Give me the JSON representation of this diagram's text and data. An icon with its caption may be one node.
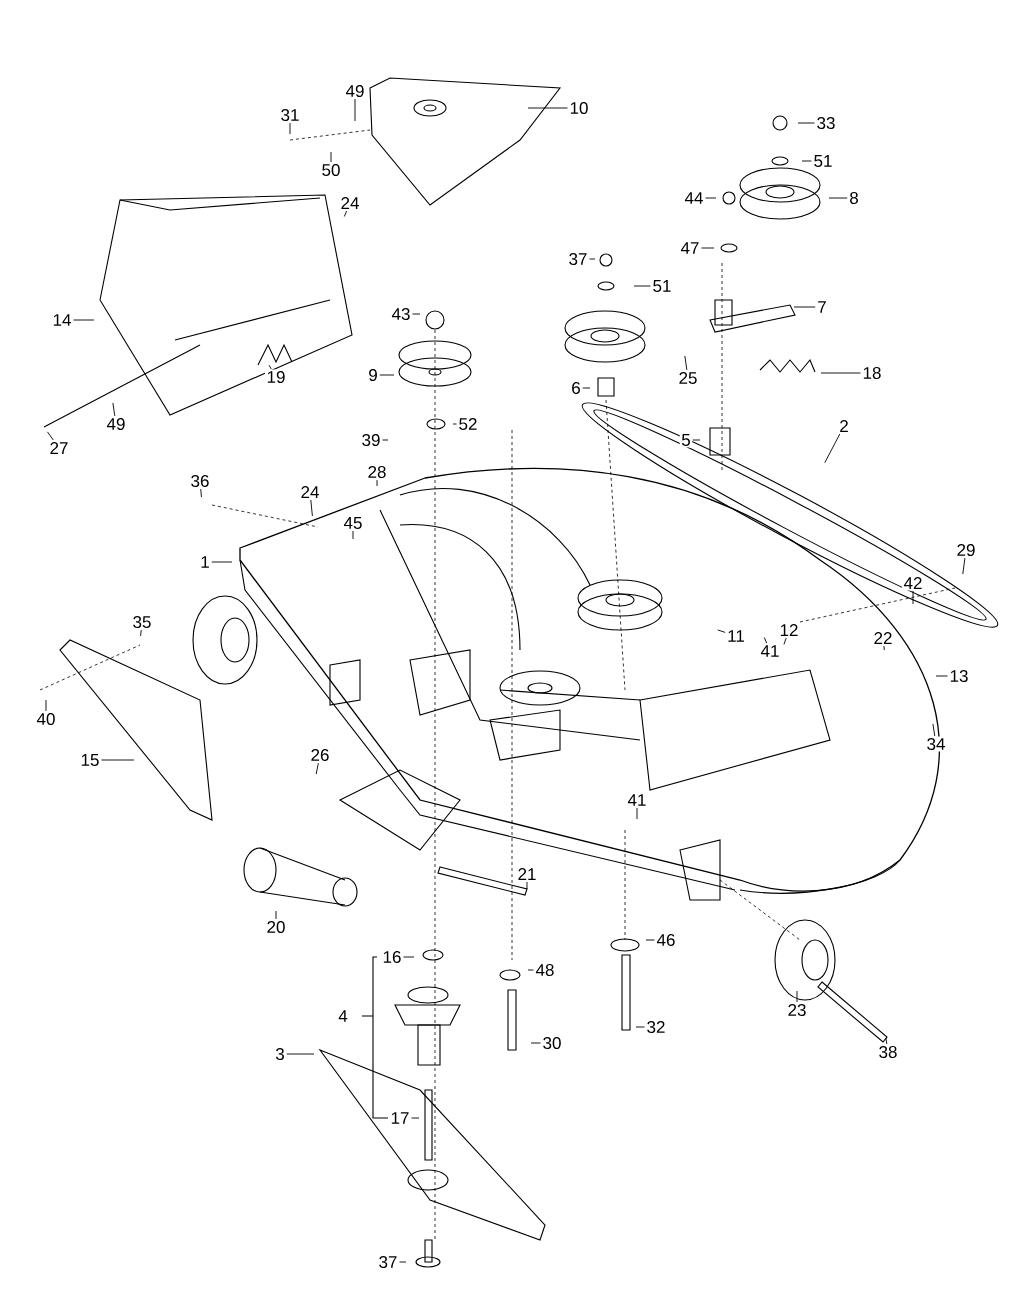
{
  "diagram": {
    "nodes": [
      {
        "text": [
          "10"
        ]
      },
      {
        "text": [
          "49"
        ]
      },
      {
        "text": [
          "31"
        ]
      },
      {
        "text": [
          "50"
        ]
      },
      {
        "text": [
          "24"
        ]
      },
      {
        "text": [
          "14"
        ]
      },
      {
        "text": [
          "19"
        ]
      },
      {
        "text": [
          "27"
        ]
      },
      {
        "text": [
          "49"
        ]
      },
      {
        "text": [
          "43"
        ]
      },
      {
        "text": [
          "9"
        ]
      },
      {
        "text": [
          "52"
        ]
      },
      {
        "text": [
          "39"
        ]
      },
      {
        "text": [
          "37"
        ]
      },
      {
        "text": [
          "51"
        ]
      },
      {
        "text": [
          "6"
        ]
      },
      {
        "text": [
          "44"
        ]
      },
      {
        "text": [
          "8"
        ]
      },
      {
        "text": [
          "33"
        ]
      },
      {
        "text": [
          "51"
        ]
      },
      {
        "text": [
          "47"
        ]
      },
      {
        "text": [
          "7"
        ]
      },
      {
        "text": [
          "25"
        ]
      },
      {
        "text": [
          "18"
        ]
      },
      {
        "text": [
          "5"
        ]
      },
      {
        "text": [
          "2"
        ]
      },
      {
        "text": [
          "36"
        ]
      },
      {
        "text": [
          "24"
        ]
      },
      {
        "text": [
          "28"
        ]
      },
      {
        "text": [
          "45"
        ]
      },
      {
        "text": [
          "1"
        ]
      },
      {
        "text": [
          "29"
        ]
      },
      {
        "text": [
          "12"
        ]
      },
      {
        "text": [
          "22"
        ]
      },
      {
        "text": [
          "42"
        ]
      },
      {
        "text": [
          "41"
        ]
      },
      {
        "text": [
          "11"
        ]
      },
      {
        "text": [
          "13"
        ]
      },
      {
        "text": [
          "34"
        ]
      },
      {
        "text": [
          "35"
        ]
      },
      {
        "text": [
          "40"
        ]
      },
      {
        "text": [
          "15"
        ]
      },
      {
        "text": [
          "26"
        ]
      },
      {
        "text": [
          "41"
        ]
      },
      {
        "text": [
          "21"
        ]
      },
      {
        "text": [
          "20"
        ]
      },
      {
        "text": [
          "46"
        ]
      },
      {
        "text": [
          "48"
        ]
      },
      {
        "text": [
          "16"
        ]
      },
      {
        "text": [
          "4"
        ]
      },
      {
        "text": [
          "17"
        ]
      },
      {
        "text": [
          "32"
        ]
      },
      {
        "text": [
          "23"
        ]
      },
      {
        "text": [
          "38"
        ]
      },
      {
        "text": [
          "30"
        ]
      },
      {
        "text": [
          "3"
        ]
      },
      {
        "text": [
          "37"
        ]
      }
    ],
    "edges": [
      {
        "from": 0,
        "to": null,
        "arrow": "none"
      },
      {
        "from": 1,
        "to": null,
        "arrow": "none"
      },
      {
        "from": 2,
        "to": null,
        "arrow": "none"
      },
      {
        "from": 3,
        "to": null,
        "arrow": "none"
      },
      {
        "from": 4,
        "to": null,
        "arrow": "none"
      },
      {
        "from": 5,
        "to": null,
        "arrow": "none"
      },
      {
        "from": 6,
        "to": null,
        "arrow": "none"
      },
      {
        "from": 7,
        "to": null,
        "arrow": "none"
      },
      {
        "from": 8,
        "to": null,
        "arrow": "none"
      },
      {
        "from": 9,
        "to": null,
        "arrow": "none"
      },
      {
        "from": 10,
        "to": null,
        "arrow": "none"
      },
      {
        "from": 11,
        "to": null,
        "arrow": "none"
      },
      {
        "from": 12,
        "to": null,
        "arrow": "none"
      },
      {
        "from": 13,
        "to": null,
        "arrow": "none"
      },
      {
        "from": 14,
        "to": null,
        "arrow": "none"
      },
      {
        "from": 15,
        "to": null,
        "arrow": "none"
      },
      {
        "from": 16,
        "to": null,
        "arrow": "none"
      },
      {
        "from": 17,
        "to": null,
        "arrow": "none"
      },
      {
        "from": 18,
        "to": null,
        "arrow": "none"
      },
      {
        "from": 19,
        "to": null,
        "arrow": "none"
      },
      {
        "from": 20,
        "to": null,
        "arrow": "none"
      },
      {
        "from": 21,
        "to": null,
        "arrow": "none"
      },
      {
        "from": 22,
        "to": null,
        "arrow": "none"
      },
      {
        "from": 23,
        "to": null,
        "arrow": "none"
      },
      {
        "from": 24,
        "to": null,
        "arrow": "none"
      },
      {
        "from": 25,
        "to": null,
        "arrow": "none"
      },
      {
        "from": 26,
        "to": null,
        "arrow": "none"
      },
      {
        "from": 27,
        "to": null,
        "arrow": "none"
      },
      {
        "from": 28,
        "to": null,
        "arrow": "none"
      },
      {
        "from": 29,
        "to": null,
        "arrow": "none"
      },
      {
        "from": 30,
        "to": null,
        "arrow": "none"
      },
      {
        "from": 31,
        "to": null,
        "arrow": "none"
      },
      {
        "from": 32,
        "to": null,
        "arrow": "none"
      },
      {
        "from": 33,
        "to": null,
        "arrow": "none"
      },
      {
        "from": 34,
        "to": null,
        "arrow": "none"
      },
      {
        "from": 35,
        "to": null,
        "arrow": "none"
      },
      {
        "from": 36,
        "to": null,
        "arrow": "none"
      },
      {
        "from": 37,
        "to": null,
        "arrow": "none"
      },
      {
        "from": 38,
        "to": null,
        "arrow": "none"
      },
      {
        "from": 39,
        "to": null,
        "arrow": "none"
      },
      {
        "from": 40,
        "to": null,
        "arrow": "none"
      },
      {
        "from": 41,
        "to": null,
        "arrow": "none"
      },
      {
        "from": 42,
        "to": null,
        "arrow": "none"
      },
      {
        "from": 43,
        "to": null,
        "arrow": "none"
      },
      {
        "from": 44,
        "to": null,
        "arrow": "none"
      },
      {
        "from": 45,
        "to": null,
        "arrow": "none"
      },
      {
        "from": 46,
        "to": null,
        "arrow": "none"
      },
      {
        "from": 47,
        "to": null,
        "arrow": "none"
      },
      {
        "from": 48,
        "to": null,
        "arrow": "none"
      },
      {
        "from": 50,
        "to": null,
        "arrow": "none"
      },
      {
        "from": 51,
        "to": null,
        "arrow": "none"
      },
      {
        "from": 52,
        "to": null,
        "arrow": "none"
      },
      {
        "from": 53,
        "to": null,
        "arrow": "none"
      },
      {
        "from": 54,
        "to": null,
        "arrow": "none"
      },
      {
        "from": 55,
        "to": null,
        "arrow": "none"
      },
      {
        "from": 56,
        "to": null,
        "arrow": "none"
      }
    ]
  }
}
